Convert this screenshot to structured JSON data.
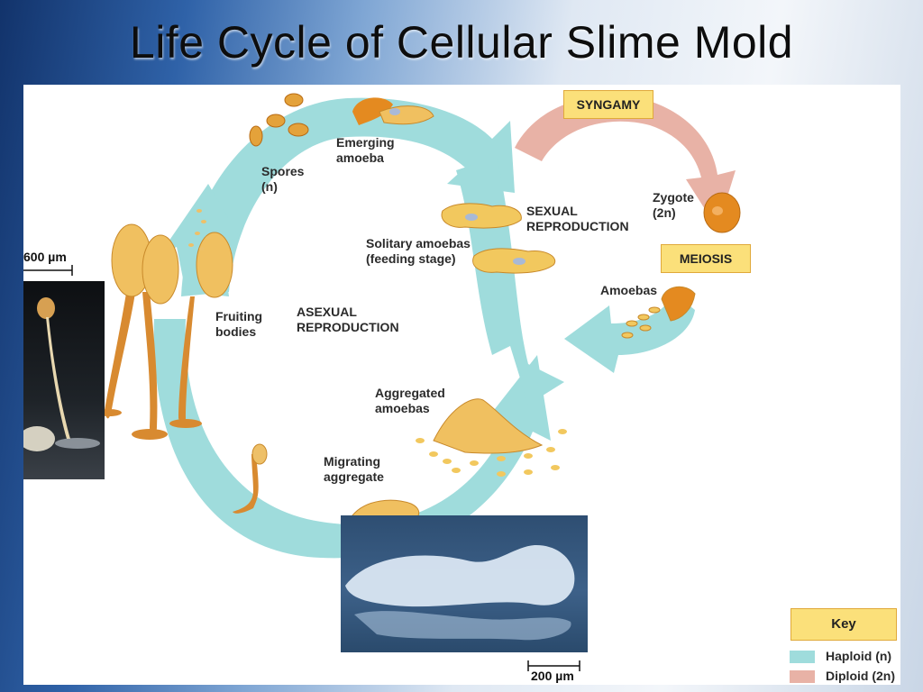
{
  "slide": {
    "title": "Life Cycle of Cellular Slime Mold"
  },
  "labels": {
    "spores": "Spores\n(n)",
    "emerging_amoeba": "Emerging\namoeba",
    "solitary_amoebas": "Solitary amoebas\n(feeding stage)",
    "sexual_reproduction": "SEXUAL\nREPRODUCTION",
    "asexual_reproduction": "ASEXUAL\nREPRODUCTION",
    "fruiting_bodies": "Fruiting\nbodies",
    "aggregated_amoebas": "Aggregated\namoebas",
    "migrating_aggregate": "Migrating\naggregate",
    "zygote": "Zygote\n(2n)",
    "amoebas": "Amoebas"
  },
  "stages": {
    "syngamy": "SYNGAMY",
    "meiosis": "MEIOSIS"
  },
  "scale_bars": {
    "left": "600 µm",
    "bottom": "200 µm"
  },
  "key": {
    "title": "Key",
    "haploid": {
      "label": "Haploid (n)",
      "color": "#9fdcdc"
    },
    "diploid": {
      "label": "Diploid (2n)",
      "color": "#e8b2a6"
    }
  },
  "colors": {
    "haploid_arrow": "#9fdcdc",
    "diploid_arrow": "#e8b2a6",
    "organism": "#e4a23a",
    "stage_box": "#fbe07a"
  }
}
